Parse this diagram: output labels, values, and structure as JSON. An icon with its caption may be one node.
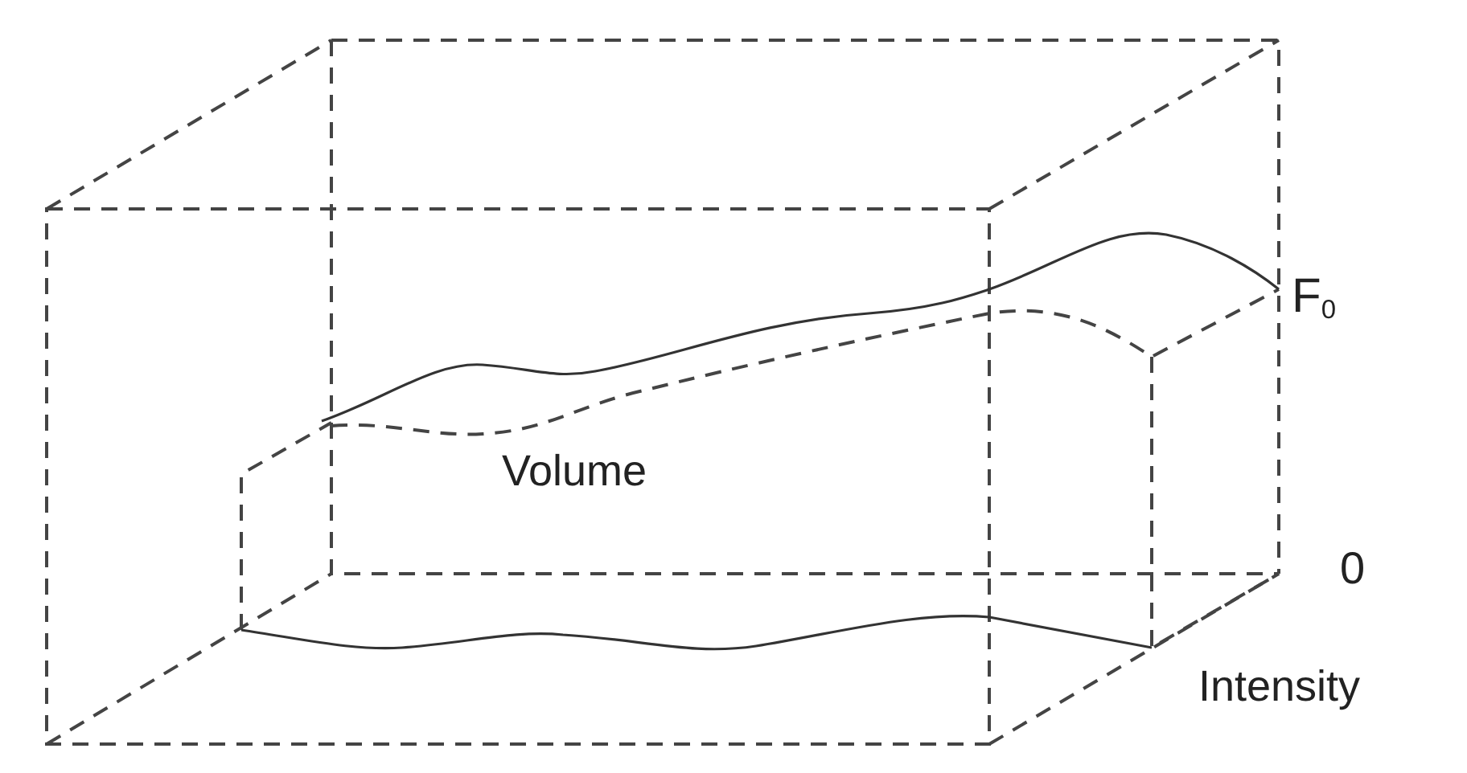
{
  "diagram": {
    "labels": [
      "F$_{0}$",
      "Volume",
      "0",
      "Intensity"
    ]
  }
}
